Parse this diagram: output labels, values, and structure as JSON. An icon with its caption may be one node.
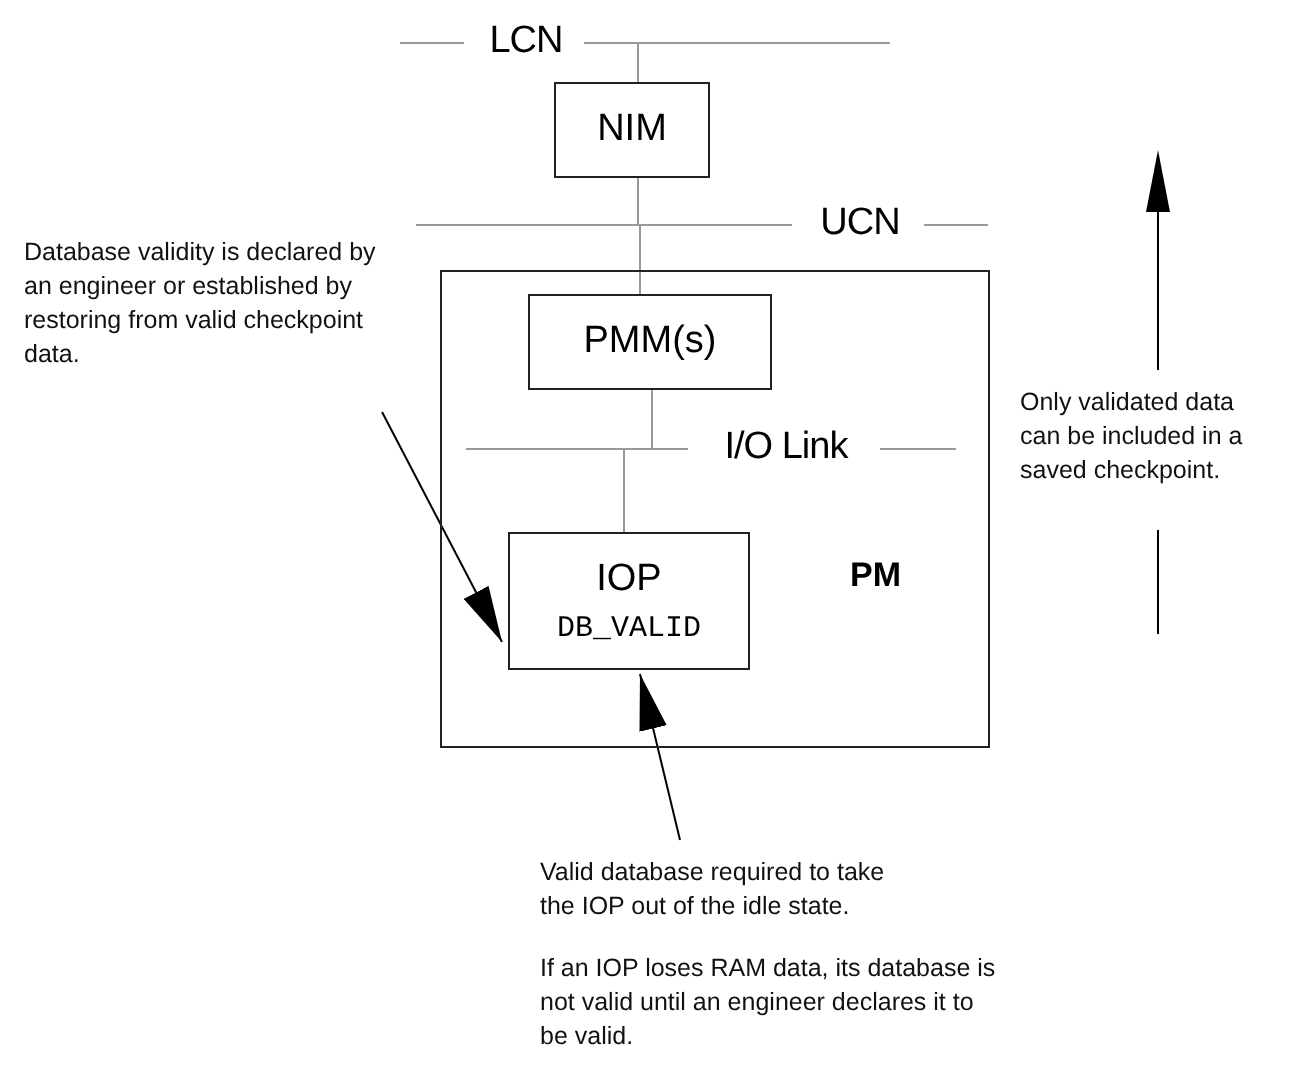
{
  "diagram": {
    "nodes": [
      {
        "text": [
          "LCN"
        ]
      },
      {
        "text": [
          "NIM"
        ]
      },
      {
        "text": [
          "UCN"
        ]
      },
      {
        "text": [
          "PM"
        ]
      },
      {
        "text": [
          "PMM(s)"
        ],
        "in": 3
      },
      {
        "text": [
          "I/O Link"
        ],
        "in": 3
      },
      {
        "text": [
          "IOP",
          "DB_VALID"
        ],
        "in": 3
      },
      {
        "text": [
          "Database validity is declared by an engineer or established by restoring from valid checkpoint data."
        ]
      },
      {
        "text": [
          "Valid database required to take the IOP out of the idle state."
        ]
      }
    ],
    "edges": [
      {
        "from": 0,
        "to": 1,
        "arrow": "none"
      },
      {
        "from": 1,
        "to": 2,
        "arrow": "none"
      },
      {
        "from": 2,
        "to": 4,
        "arrow": "none"
      },
      {
        "from": 4,
        "to": 5,
        "arrow": "none"
      },
      {
        "from": 5,
        "to": 6,
        "arrow": "none"
      },
      {
        "from": 7,
        "to": 6,
        "arrow": "to",
        "color": "#000000"
      },
      {
        "from": 8,
        "to": 6,
        "arrow": "to",
        "color": "#000000"
      }
    ],
    "labels": [
      "Only validated data can be included in a saved checkpoint.",
      "If an IOP loses RAM data, its database is not valid until an engineer declares it to be valid."
    ]
  }
}
